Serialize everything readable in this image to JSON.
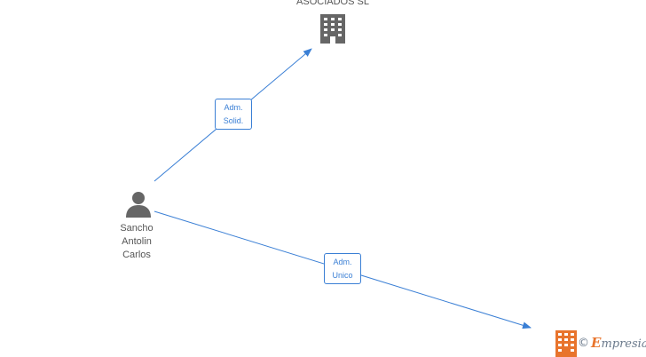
{
  "nodes": {
    "company_top": {
      "name": "ASOCIADOS SL",
      "icon": "building-icon",
      "color": "#666666"
    },
    "person": {
      "name_lines": [
        "Sancho",
        "Antolin",
        "Carlos"
      ],
      "icon": "person-icon",
      "color": "#666666"
    },
    "company_bottom": {
      "name": "",
      "icon": "building-icon",
      "color": "#e8742c"
    }
  },
  "edges": [
    {
      "from": "person",
      "to": "company_top",
      "label_lines": [
        "Adm.",
        "Solid."
      ]
    },
    {
      "from": "person",
      "to": "company_bottom",
      "label_lines": [
        "Adm.",
        "Unico"
      ]
    }
  ],
  "watermark": {
    "copyright": "©",
    "brand_initial": "E",
    "brand_rest": "mpresia"
  },
  "colors": {
    "edge": "#3a7fd5",
    "node_text": "#555555",
    "icon": "#666666",
    "brand": "#e8742c"
  }
}
